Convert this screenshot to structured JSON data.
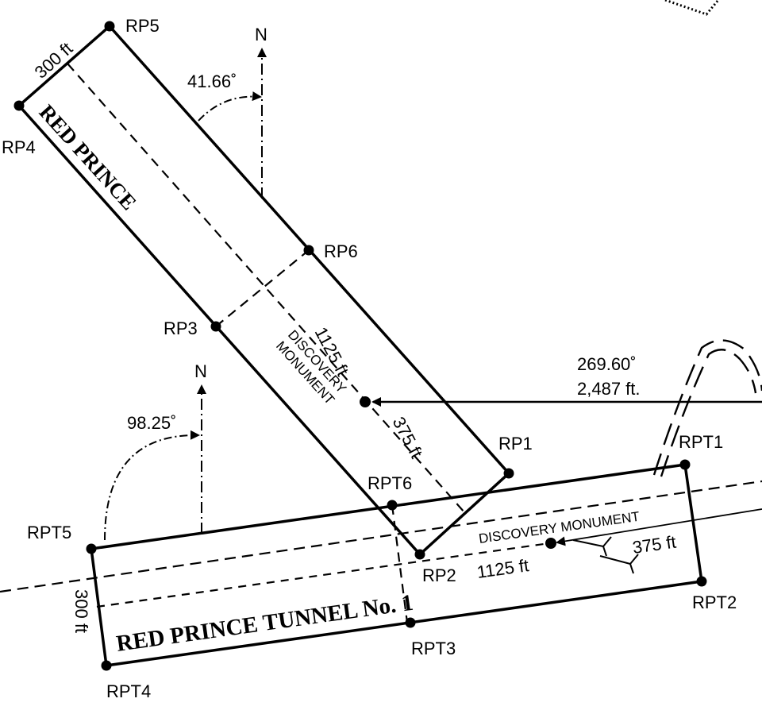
{
  "red_prince": {
    "title": "RED PRINCE",
    "width_label": "300 ft",
    "length_label": "1125 ft",
    "offset_label": "375 ft",
    "monument_line1": "DISCOVERY",
    "monument_line2": "MONUMENT",
    "bearing": "41.66˚",
    "corners": {
      "rp1": "RP1",
      "rp2": "RP2",
      "rp3": "RP3",
      "rp4": "RP4",
      "rp5": "RP5",
      "rp6": "RP6"
    }
  },
  "tunnel": {
    "title": "RED PRINCE TUNNEL No. 1",
    "width_label": "300 ft",
    "length_label": "1125 ft",
    "offset_label": "375 ft",
    "monument_label": "DISCOVERY MONUMENT",
    "bearing": "98.25˚",
    "corners": {
      "rpt1": "RPT1",
      "rpt2": "RPT2",
      "rpt3": "RPT3",
      "rpt4": "RPT4",
      "rpt5": "RPT5",
      "rpt6": "RPT6"
    }
  },
  "tie_line": {
    "bearing": "269.60˚",
    "distance": "2,487 ft."
  },
  "north": {
    "label": "N"
  }
}
